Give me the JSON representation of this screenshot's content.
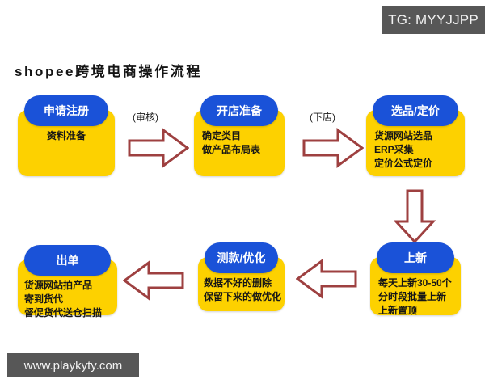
{
  "badge": {
    "text": "TG: MYYJJPP"
  },
  "watermark": {
    "text": "www.playkyty.com"
  },
  "title": "shopee跨境电商操作流程",
  "colors": {
    "header_blue": "#1a52d8",
    "body_yellow": "#fdd100",
    "arrow_outline": "#9e4040",
    "badge_gray": "#575757",
    "text_dark": "#161616"
  },
  "flow": {
    "boxes": [
      {
        "id": "apply-register",
        "header": "申请注册",
        "lines": [
          "资料准备"
        ],
        "align": "center"
      },
      {
        "id": "shop-preparation",
        "header": "开店准备",
        "lines": [
          "确定类目",
          "做产品布局表"
        ],
        "align": "left"
      },
      {
        "id": "selection-pricing",
        "header": "选品/定价",
        "lines": [
          "货源网站选品",
          "ERP采集",
          "定价公式定价"
        ],
        "align": "left"
      },
      {
        "id": "new-listing",
        "header": "上新",
        "lines": [
          "每天上新30-50个",
          "分时段批量上新",
          "上新置顶"
        ],
        "align": "left"
      },
      {
        "id": "test-optimize",
        "header": "测款/优化",
        "lines": [
          "数据不好的删除",
          "保留下来的做优化"
        ],
        "align": "left"
      },
      {
        "id": "orders",
        "header": "出单",
        "lines": [
          "货源网站拍产品",
          "寄到货代",
          "督促货代送仓扫描"
        ],
        "align": "left"
      }
    ],
    "arrow_labels": [
      {
        "id": "review",
        "text": "(审核)"
      },
      {
        "id": "open-shop",
        "text": "(下店)"
      }
    ]
  }
}
